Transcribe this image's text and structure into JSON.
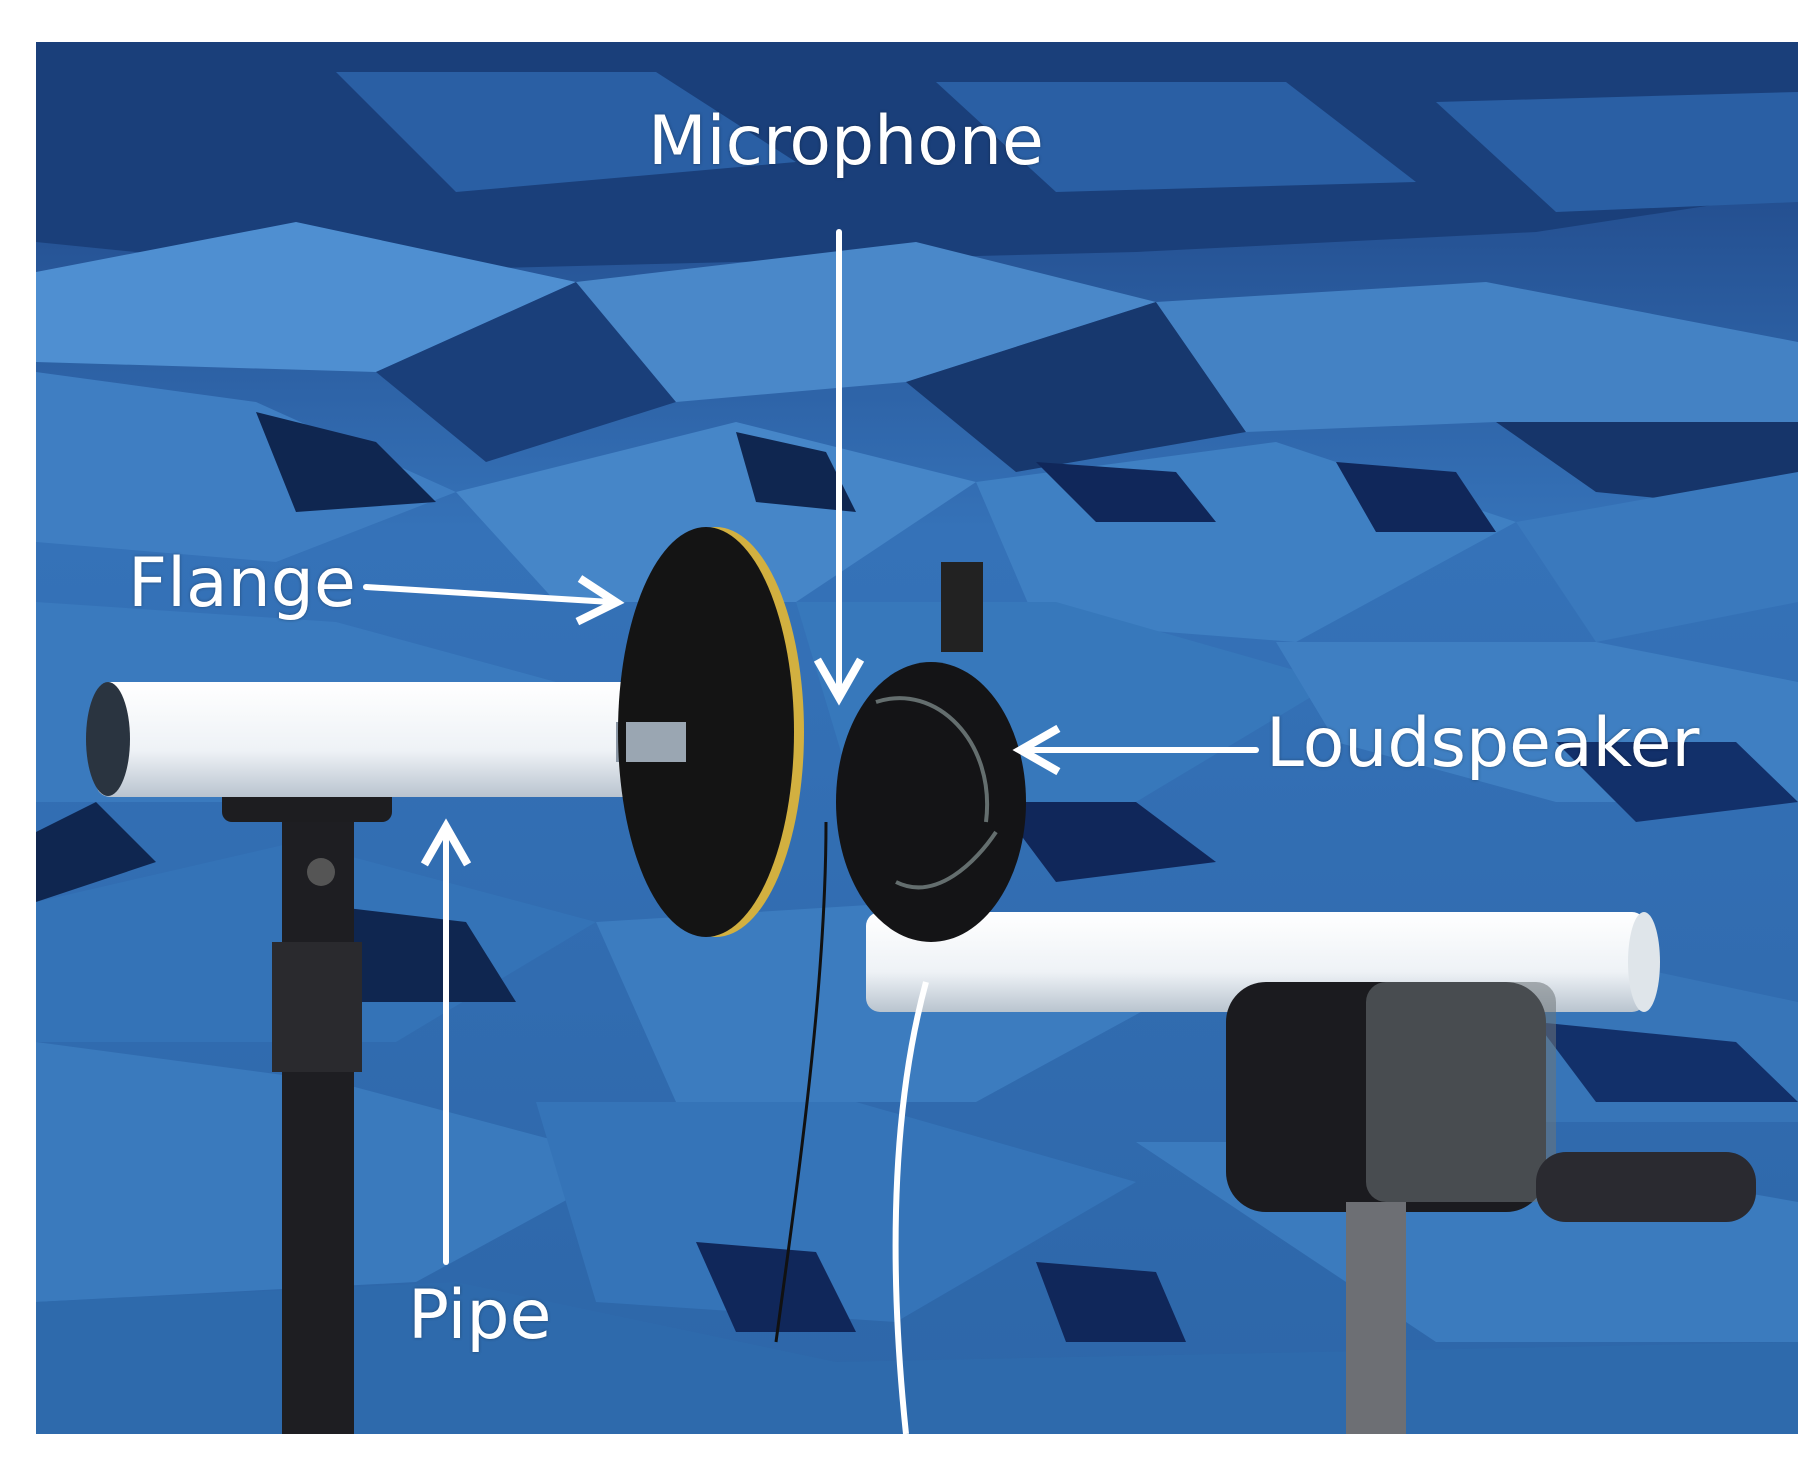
{
  "labels": {
    "microphone": "Microphone",
    "flange": "Flange",
    "loudspeaker": "Loudspeaker",
    "pipe": "Pipe"
  },
  "colors": {
    "foam_light": "#4f8fd1",
    "foam_mid": "#3a78be",
    "foam_dark": "#1a3f7a",
    "foam_shadow": "#0f2650",
    "pipe_white": "#eef2f6",
    "flange_black": "#141414",
    "annotation_white": "#ffffff"
  }
}
